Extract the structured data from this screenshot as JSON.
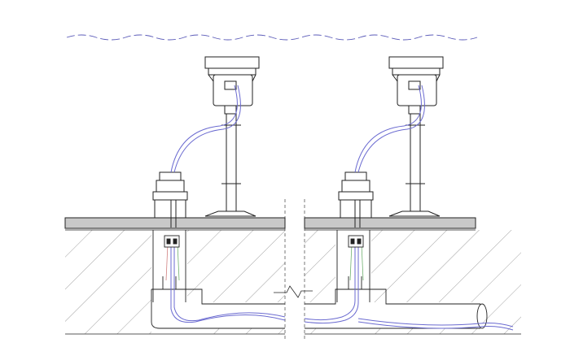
{
  "diagram": {
    "kind": "underwater-light-installation-section",
    "units": 2,
    "colors": {
      "line": "#222222",
      "hatch": "#7a7a7a",
      "cable": "#6a6ad0",
      "water": "#5a5ab8",
      "wire_red": "#d08080",
      "wire_green": "#70b070",
      "background": "#ffffff"
    },
    "break_symbol": "zig-zag-break",
    "icons": [
      "water-surface-icon",
      "lamp-icon",
      "cable-gland-icon",
      "connector-icon",
      "conduit-icon"
    ]
  }
}
